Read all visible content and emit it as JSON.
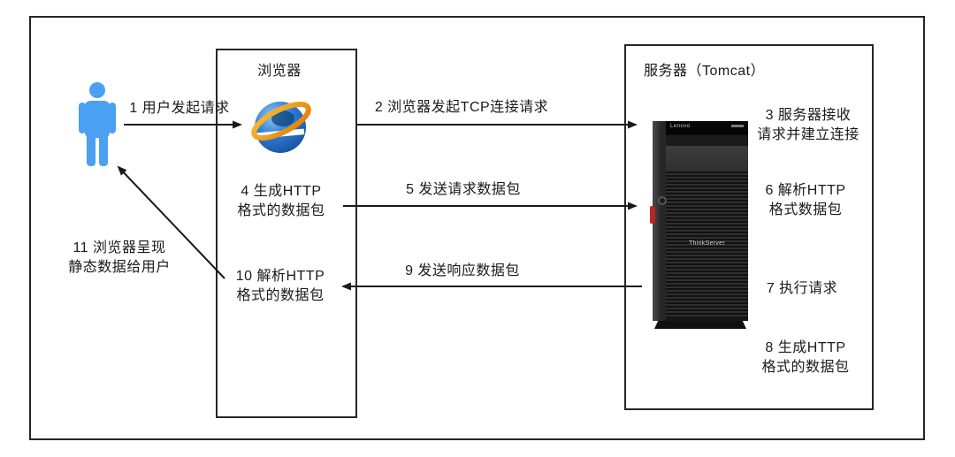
{
  "diagram": {
    "browser_box_title": "浏览器",
    "server_box_title": "服务器（Tomcat）",
    "steps": [
      {
        "id": 1,
        "line1": "1 用户发起请求"
      },
      {
        "id": 2,
        "line1": "2 浏览器发起TCP连接请求"
      },
      {
        "id": 3,
        "line1": "3 服务器接收",
        "line2": "请求并建立连接"
      },
      {
        "id": 4,
        "line1": "4 生成HTTP",
        "line2": "格式的数据包"
      },
      {
        "id": 5,
        "line1": "5 发送请求数据包"
      },
      {
        "id": 6,
        "line1": "6 解析HTTP",
        "line2": "格式数据包"
      },
      {
        "id": 7,
        "line1": "7 执行请求"
      },
      {
        "id": 8,
        "line1": "8 生成HTTP",
        "line2": "格式的数据包"
      },
      {
        "id": 9,
        "line1": "9 发送响应数据包"
      },
      {
        "id": 10,
        "line1": "10 解析HTTP",
        "line2": "格式的数据包"
      },
      {
        "id": 11,
        "line1": "11 浏览器呈现",
        "line2": "静态数据给用户"
      }
    ],
    "server_image": {
      "brand": "Lenovo",
      "model_label": "ThinkServer"
    },
    "colors": {
      "person_blue": "#4aa0f2",
      "arrow_black": "#1a1a1a",
      "box_border": "#262626",
      "server_red_accent": "#b5271f",
      "ie_blue": "#2e7cd6",
      "ie_orange": "#f59a1e"
    }
  }
}
